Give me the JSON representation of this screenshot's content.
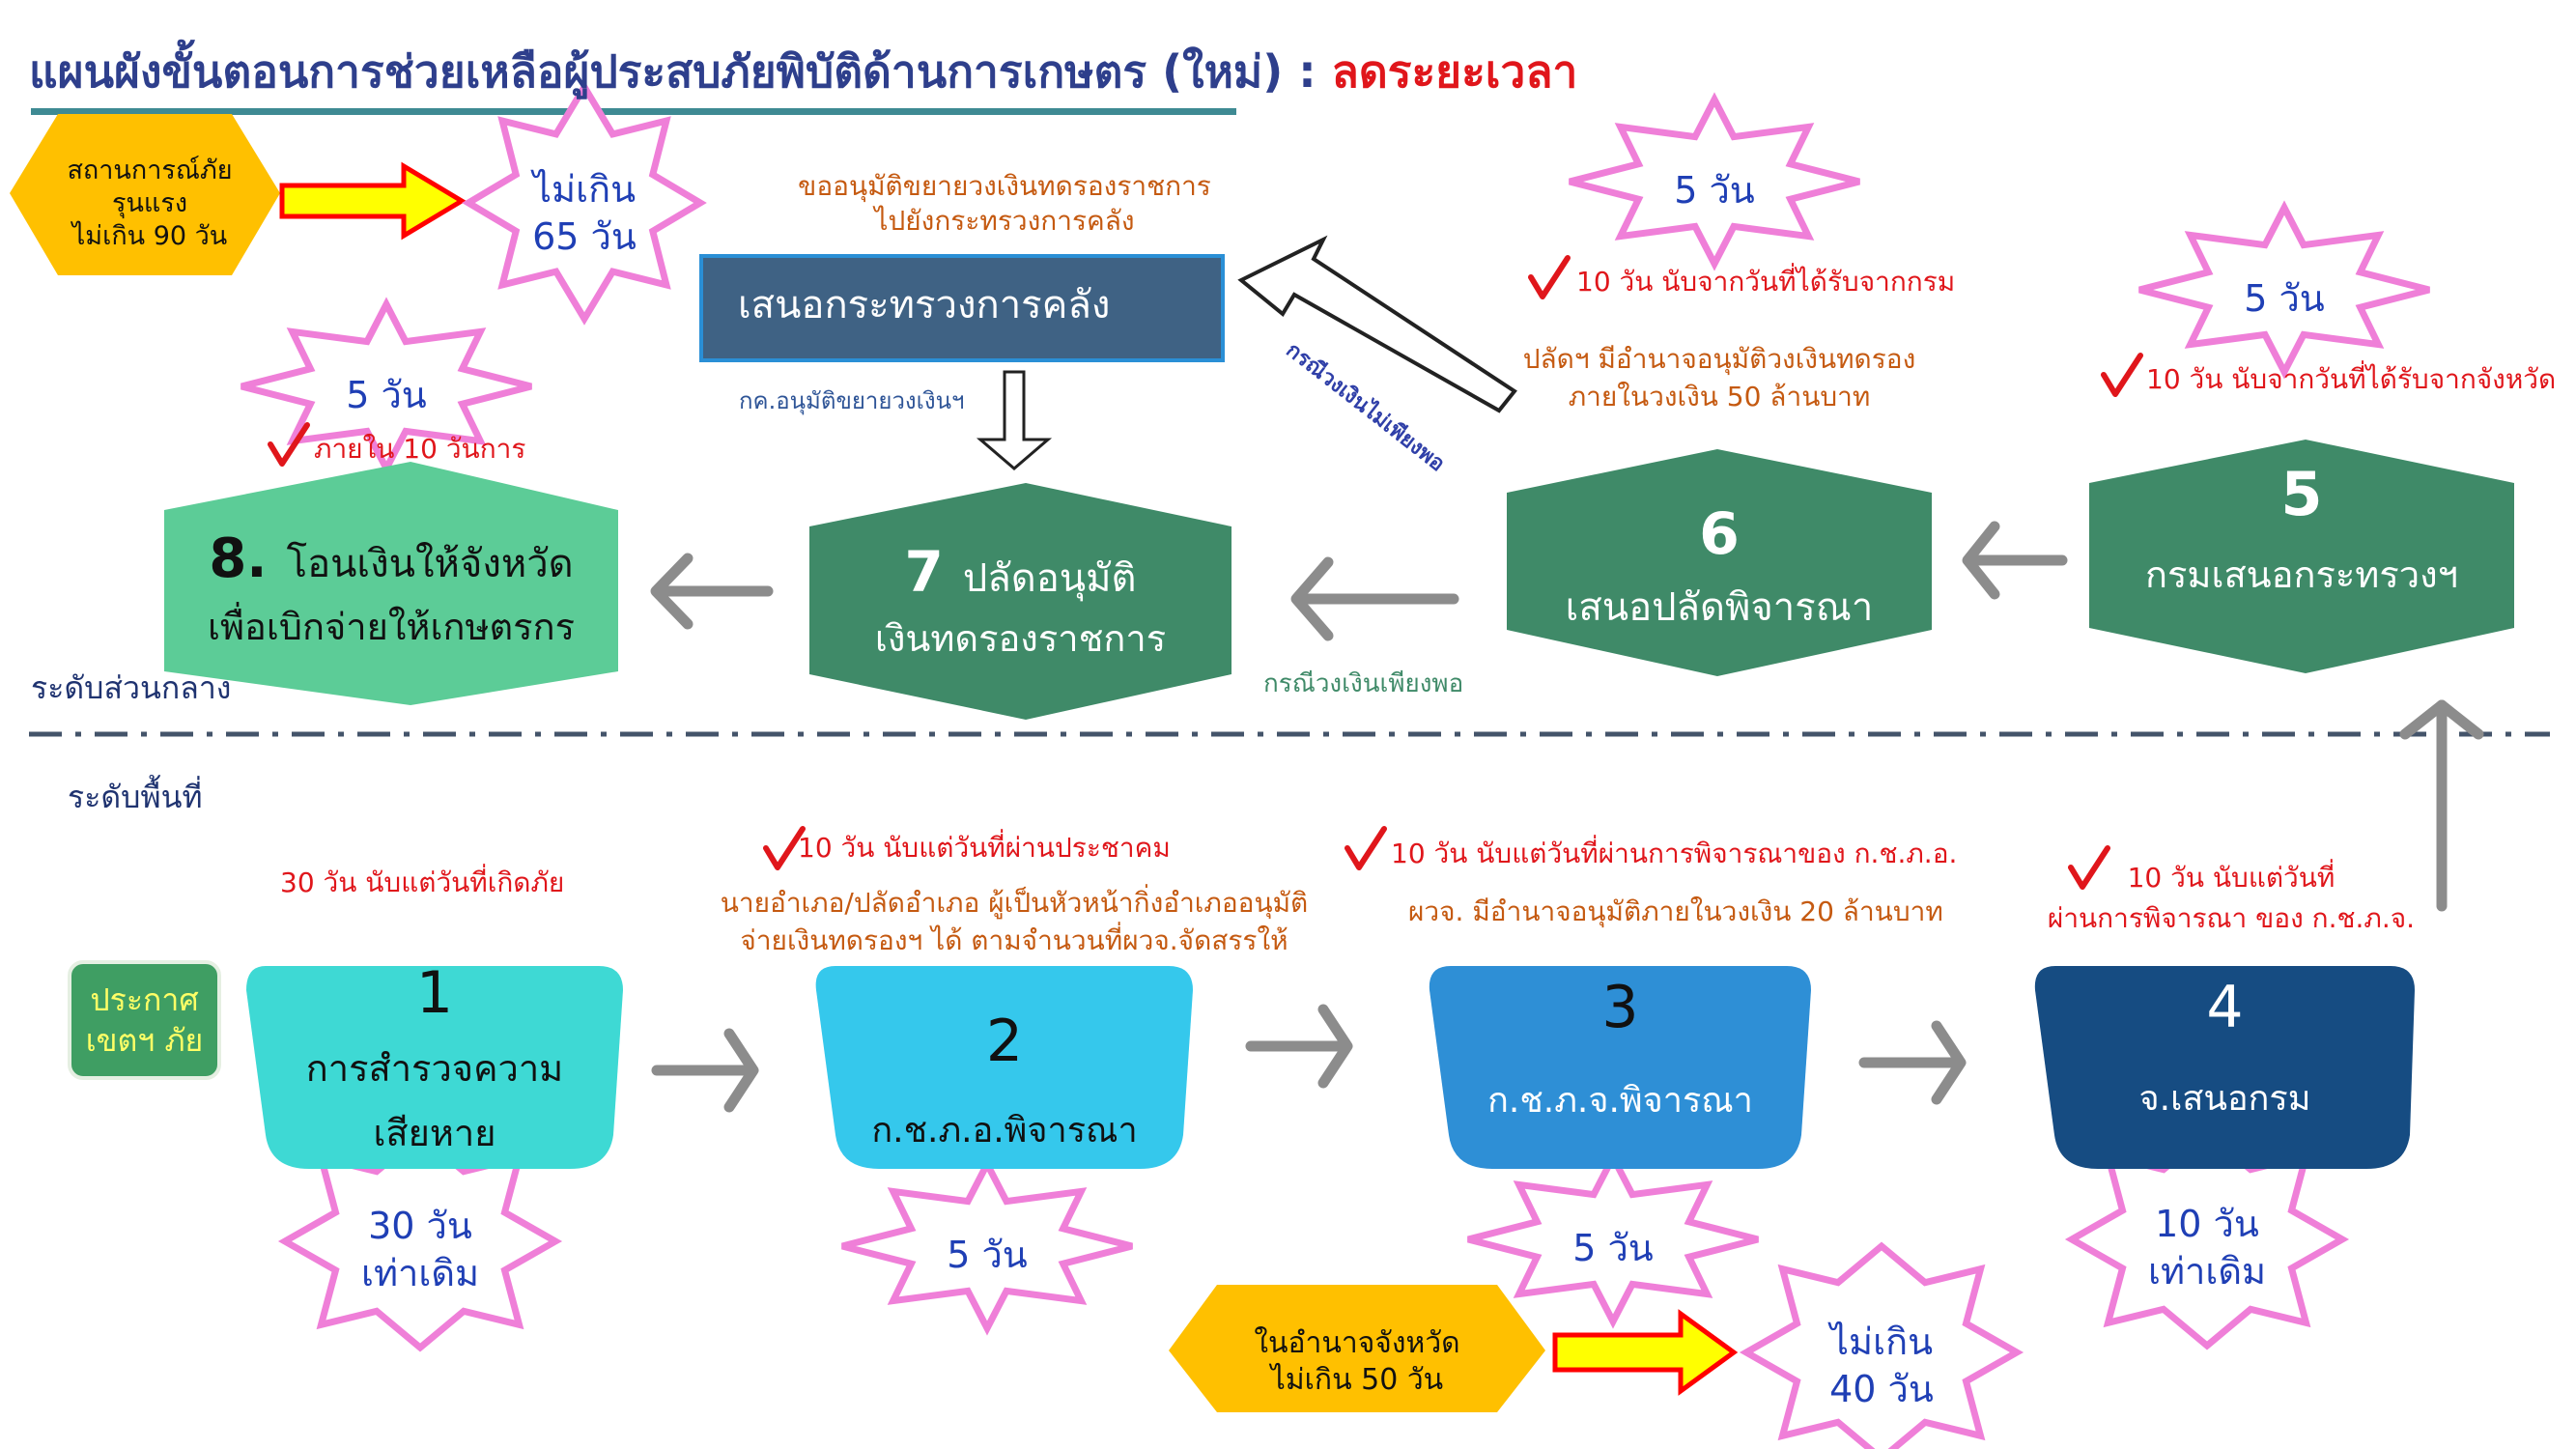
{
  "title": {
    "main": "แผนผังขั้นตอนการช่วยเหลือผู้ประสบภัยพิบัติด้านการเกษตร (ใหม่) :",
    "highlight": "ลดระยะเวลา"
  },
  "levels": {
    "central": "ระดับส่วนกลาง",
    "local": "ระดับพื้นที่"
  },
  "badges": {
    "severe": {
      "line1": "สถานการณ์ภัย",
      "line2": "รุนแรง",
      "line3": "ไม่เกิน 90 วัน"
    },
    "province": {
      "line1": "ในอำนาจจังหวัด",
      "line2": "ไม่เกิน 50 วัน"
    },
    "announce": {
      "line1": "ประกาศ",
      "line2": "เขตฯ ภัย"
    }
  },
  "stars": {
    "s65": {
      "line1": "ไม่เกิน",
      "line2": "65 วัน"
    },
    "s40": {
      "line1": "ไม่เกิน",
      "line2": "40 วัน"
    },
    "s_step8": "5 วัน",
    "s_step6": "5 วัน",
    "s_step5": "5 วัน",
    "s_step1": {
      "line1": "30 วัน",
      "line2": "เท่าเดิม"
    },
    "s_step2": "5 วัน",
    "s_step3": "5 วัน",
    "s_step4": {
      "line1": "10 วัน",
      "line2": "เท่าเดิม"
    }
  },
  "boxes": {
    "finance": "เสนอกระทรวงการคลัง",
    "step8": {
      "num": "8.",
      "line1": "โอนเงินให้จังหวัด",
      "line2": "เพื่อเบิกจ่ายให้เกษตรกร"
    },
    "step7": {
      "num": "7",
      "line1": "ปลัดอนุมัติ",
      "line2": "เงินทดรองราชการ"
    },
    "step6": {
      "num": "6",
      "line1": "เสนอปลัดพิจารณา"
    },
    "step5": {
      "num": "5",
      "line1": "กรมเสนอกระทรวงฯ"
    },
    "step1": {
      "num": "1",
      "line1": "การสำรวจความ",
      "line2": "เสียหาย"
    },
    "step2": {
      "num": "2",
      "line1": "ก.ช.ภ.อ.พิจารณา"
    },
    "step3": {
      "num": "3",
      "line1": "ก.ช.ภ.จ.พิจารณา"
    },
    "step4": {
      "num": "4",
      "line1": "จ.เสนอกรม"
    }
  },
  "notes": {
    "extend_line1": "ขออนุมัติขยายวงเงินทดรองราชการ",
    "extend_line2": "ไปยังกระทรวงการคลัง",
    "mof_approve": "กค.อนุมัติขยายวงเงินฯ",
    "insufficient": "กรณีวงเงินไม่เพียงพอ",
    "sufficient": "กรณีวงเงินเพียงพอ",
    "step8_note": "ภายใน 10 วันการ",
    "step6_note": "10 วัน นับจากวันที่ได้รับจากกรม",
    "step6_auth1": "ปลัดฯ มีอำนาจอนุมัติวงเงินทดรอง",
    "step6_auth2": "ภายในวงเงิน 50 ล้านบาท",
    "step5_note": "10 วัน นับจากวันที่ได้รับจากจังหวัด",
    "step1_note": "30 วัน นับแต่วันที่เกิดภัย",
    "step2_note": "10 วัน นับแต่วันที่ผ่านประชาคม",
    "step2_auth1": "นายอำเภอ/ปลัดอำเภอ ผู้เป็นหัวหน้ากิ่งอำเภออนุมัติ",
    "step2_auth2": "จ่ายเงินทดรองฯ ได้ ตามจำนวนที่ผวจ.จัดสรรให้",
    "step3_note": "10 วัน นับแต่วันที่ผ่านการพิจารณาของ ก.ช.ภ.อ.",
    "step3_auth": "ผวจ. มีอำนาจอนุมัติภายในวงเงิน 20 ล้านบาท",
    "step4_note1": "10 วัน นับแต่วันที่",
    "step4_note2": "ผ่านการพิจารณา ของ ก.ช.ภ.จ."
  },
  "colors": {
    "title": "#2e3f8c",
    "highlight": "#e0161b",
    "dark_green": "#3f8a68",
    "light_green": "#5ccc97",
    "finance_box": "#3f6284",
    "cyan1": "#3ed9d4",
    "cyan2": "#35c8ec",
    "blue3": "#2e8fd6",
    "navy4": "#164c82",
    "star_border": "#ef7fd8",
    "gold": "#ffc000",
    "red_arrow": "#ff0000",
    "yellow_arrow": "#ffff00"
  }
}
